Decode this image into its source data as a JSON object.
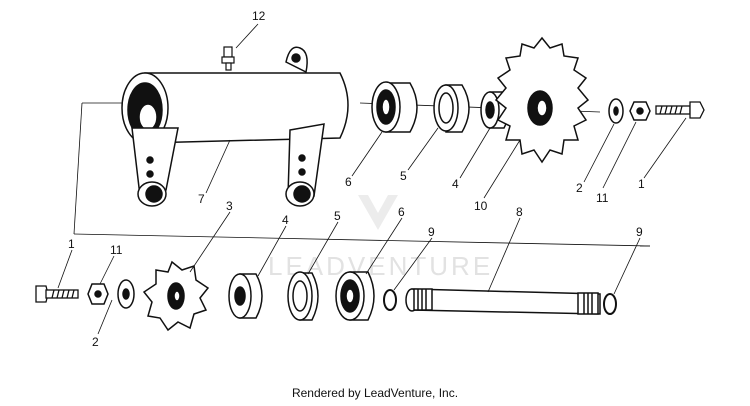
{
  "watermark": "LEADVENTURE",
  "footer": "Rendered by LeadVenture, Inc.",
  "callouts": {
    "c1a": "1",
    "c1b": "1",
    "c2a": "2",
    "c2b": "2",
    "c3": "3",
    "c4a": "4",
    "c4b": "4",
    "c5a": "5",
    "c5b": "5",
    "c6a": "6",
    "c6b": "6",
    "c7": "7",
    "c8": "8",
    "c9a": "9",
    "c9b": "9",
    "c10": "10",
    "c11a": "11",
    "c11b": "11",
    "c12": "12"
  }
}
